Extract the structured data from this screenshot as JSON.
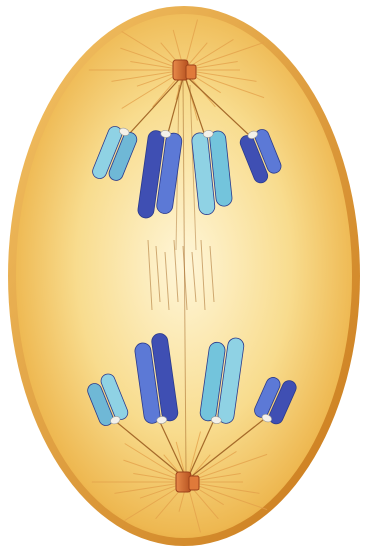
{
  "figure": {
    "labels": [],
    "colors": {
      "background": "#ffffff",
      "cell_outline": "#c8781a",
      "cytoplasm_center": "#fff6d8",
      "cytoplasm_mid": "#f8dc8e",
      "cytoplasm_edge": "#e7a63a",
      "centrosome": "#d56a2c",
      "centrosome_dark": "#9c421a",
      "aster_ray": "#e7a24a",
      "spindle_fiber": "#a56a2a",
      "chromatid_dark": "#3f4fb3",
      "chromatid_mid": "#5c79d6",
      "chromatid_light": "#8fd2e4",
      "chromatid_cyan": "#6fc0d8",
      "centromere": "#f4f1ea"
    },
    "chromosome_groups": [
      {
        "pole": "top",
        "chromatid_count": 4
      },
      {
        "pole": "bottom",
        "chromatid_count": 4
      }
    ]
  }
}
